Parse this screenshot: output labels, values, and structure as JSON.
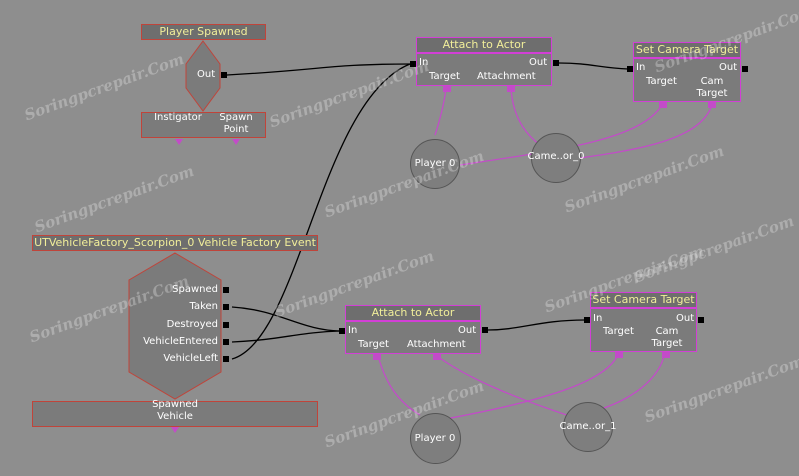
{
  "player_spawned": {
    "title": "Player Spawned",
    "out": "Out",
    "instigator": "Instigator",
    "spawn_point": "Spawn\nPoint"
  },
  "vehicle_event": {
    "title": "UTVehicleFactory_Scorpion_0 Vehicle Factory Event",
    "outputs": [
      "Spawned",
      "Taken",
      "Destroyed",
      "VehicleEntered",
      "VehicleLeft"
    ],
    "spawned_vehicle": "Spawned\nVehicle"
  },
  "attach_top": {
    "title": "Attach to Actor",
    "in": "In",
    "out": "Out",
    "target": "Target",
    "attachment": "Attachment"
  },
  "camera_top": {
    "title": "Set Camera Target",
    "in": "In",
    "out": "Out",
    "target": "Target",
    "cam_target": "Cam\nTarget"
  },
  "attach_bottom": {
    "title": "Attach to Actor",
    "in": "In",
    "out": "Out",
    "target": "Target",
    "attachment": "Attachment"
  },
  "camera_bottom": {
    "title": "Set Camera Target",
    "in": "In",
    "out": "Out",
    "target": "Target",
    "cam_target": "Cam\nTarget"
  },
  "variables": {
    "player_top": "Player 0",
    "came_top": "Came..or_0",
    "player_bottom": "Player 0",
    "came_bottom": "Came..or_1"
  },
  "watermarks": [
    "Soringpcrepair.Com",
    "Soringpcrepair.Com",
    "Soringpcrepair.Com",
    "Soringpcrepair.Com",
    "Soringpcrepair.Com",
    "Soringpcrepair.Com",
    "Soringpcrepair.Com",
    "Soringpcrepair.Com",
    "Soringpcrepair.Com",
    "Soringpcrepair.Com",
    "Soringpcrepair.Com",
    "Soringpcrepair.Com"
  ],
  "colors": {
    "background": "#8e8e8e",
    "node_body": "#7b7b7b",
    "title_text": "#f1ee9a",
    "variable_link": "#c24cc8",
    "event_border": "#c0443a",
    "exec_wire": "#000000"
  }
}
